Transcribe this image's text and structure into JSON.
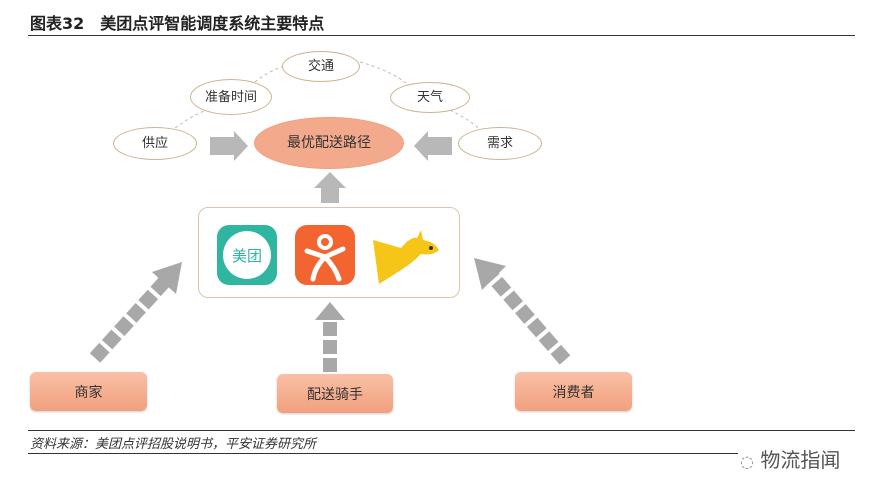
{
  "title": "图表32　美团点评智能调度系统主要特点",
  "factors": {
    "traffic": "交通",
    "prep_time": "准备时间",
    "weather": "天气",
    "supply": "供应",
    "demand": "需求"
  },
  "center": "最优配送路径",
  "apps": {
    "meituan": "美团",
    "dianping": "dianping-logo",
    "kangaroo": "kangaroo-logo"
  },
  "actors": {
    "merchant": "商家",
    "rider": "配送骑手",
    "consumer": "消费者"
  },
  "source": "资料来源：美团点评招股说明书，平安证券研究所",
  "watermark": "物流指闻",
  "colors": {
    "accent": "#f3a98c",
    "arrow": "#b5b5b5",
    "meituan": "#2fb5a0",
    "dianping": "#f26430",
    "kangaroo": "#f5c518"
  }
}
